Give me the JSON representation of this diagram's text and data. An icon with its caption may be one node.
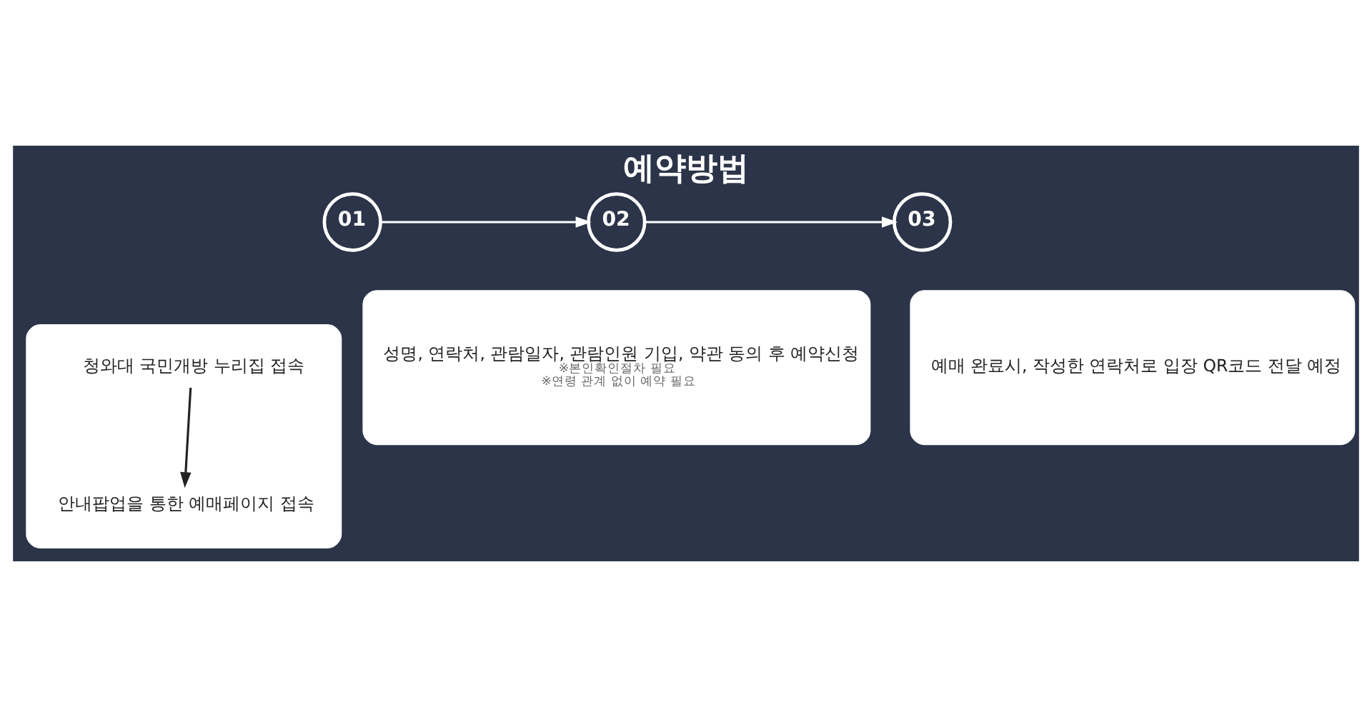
{
  "diagram": {
    "title": "예약방법",
    "nodes": [
      {
        "text": [
          "01"
        ]
      },
      {
        "text": [
          "02"
        ]
      },
      {
        "text": [
          "03"
        ]
      },
      {
        "text": [],
        "shape": "box"
      },
      {
        "text": [
          "청와대 국민개방 누리집 접속"
        ],
        "in": 3
      },
      {
        "text": [
          "안내팝업을 통한 예매페이지 접속"
        ],
        "in": 3
      },
      {
        "text": [
          "성명, 연락처, 관람일자, 관람인원 기입, 약관 동의 후 예약신청",
          "※본인확인절차 필요",
          "※연령 관계 없이 예약 필요"
        ]
      },
      {
        "text": [
          "예매 완료시, 작성한 연락처로 입장 QR코드 전달 예정"
        ]
      }
    ],
    "edges": [
      {
        "from": 0,
        "to": 1,
        "arrow": "to"
      },
      {
        "from": 1,
        "to": 2,
        "arrow": "to"
      },
      {
        "from": 4,
        "to": 5,
        "arrow": "to",
        "color": "#222222"
      }
    ]
  }
}
